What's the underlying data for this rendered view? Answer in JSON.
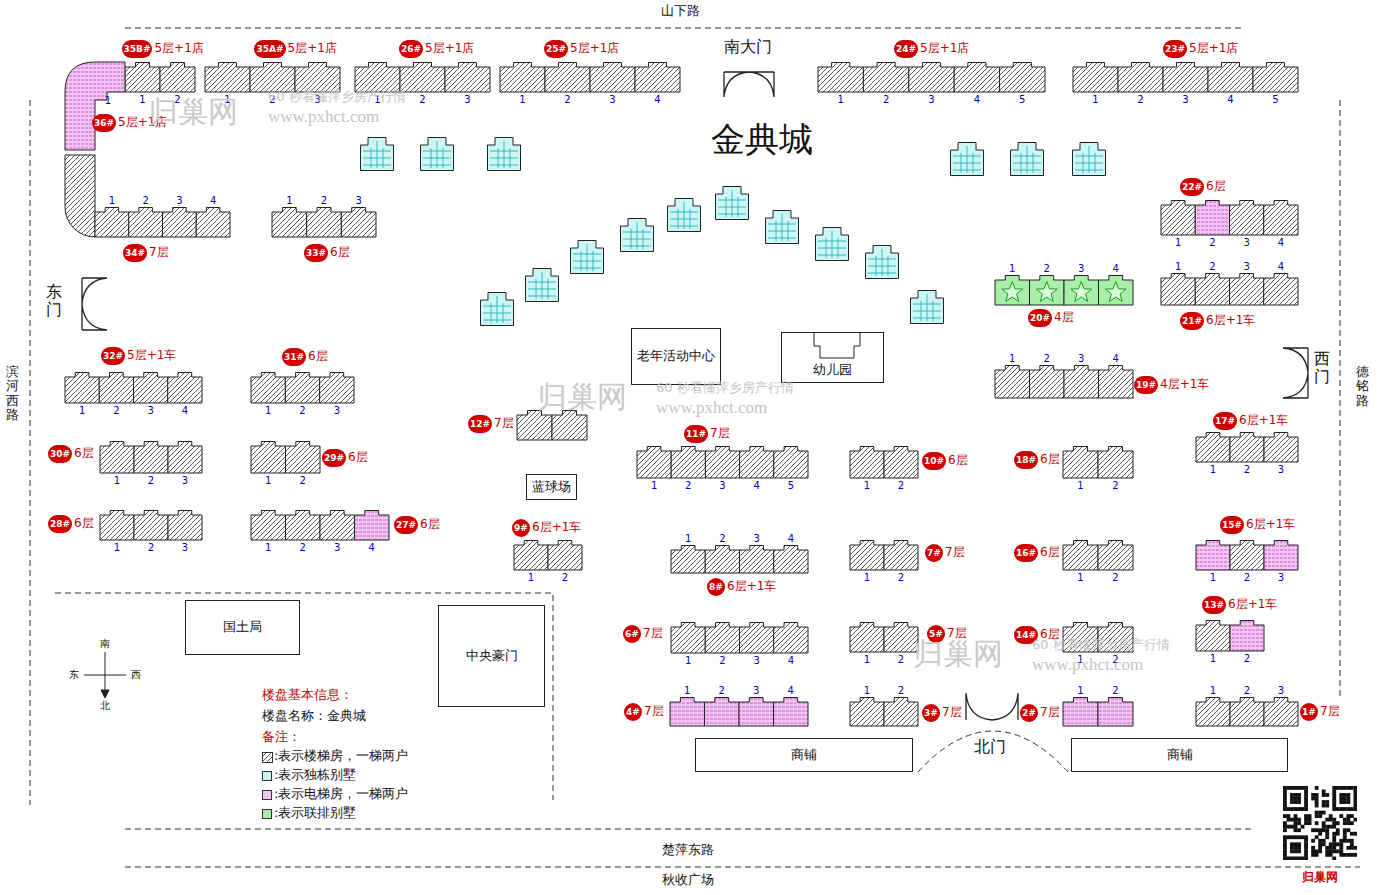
{
  "diagram": {
    "title": "金典城",
    "nodes": [
      {
        "text": [
          "35B#",
          "5层+1店",
          "1",
          "2"
        ]
      },
      {
        "text": [
          "35A#",
          "5层+1店",
          "1",
          "2",
          "3"
        ]
      },
      {
        "text": [
          "26#",
          "5层+1店",
          "1",
          "2",
          "3"
        ]
      },
      {
        "text": [
          "25#",
          "5层+1店",
          "1",
          "2",
          "3",
          "4"
        ]
      },
      {
        "text": [
          "24#",
          "5层+1店",
          "1",
          "2",
          "3",
          "4",
          "5"
        ]
      },
      {
        "text": [
          "23#",
          "5层+1店",
          "1",
          "2",
          "3",
          "4",
          "5"
        ]
      },
      {
        "text": [
          "36#",
          "5层+1店",
          "1"
        ]
      },
      {
        "text": [
          "34#",
          "7层",
          "1",
          "2",
          "3",
          "4"
        ]
      },
      {
        "text": [
          "33#",
          "6层",
          "1",
          "2",
          "3"
        ]
      },
      {
        "text": [
          "22#",
          "6层",
          "1",
          "2",
          "3",
          "4"
        ]
      },
      {
        "text": [
          "21#",
          "6层+1车",
          "1",
          "2",
          "3",
          "4"
        ]
      },
      {
        "text": [
          "20#",
          "4层",
          "1",
          "2",
          "3",
          "4"
        ]
      },
      {
        "text": [
          "老年活动中心"
        ]
      },
      {
        "text": [
          "幼儿园"
        ]
      },
      {
        "text": [
          "19#",
          "4层+1车",
          "1",
          "2",
          "3",
          "4"
        ]
      },
      {
        "text": [
          "32#",
          "5层+1车",
          "1",
          "2",
          "3",
          "4"
        ]
      },
      {
        "text": [
          "31#",
          "6层",
          "1",
          "2",
          "3"
        ]
      },
      {
        "text": [
          "12#",
          "7层"
        ]
      },
      {
        "text": [
          "11#",
          "7层",
          "1",
          "2",
          "3",
          "4",
          "5"
        ]
      },
      {
        "text": [
          "10#",
          "6层",
          "1",
          "2"
        ]
      },
      {
        "text": [
          "18#",
          "6层",
          "1",
          "2"
        ]
      },
      {
        "text": [
          "17#",
          "6层+1车",
          "1",
          "2",
          "3"
        ]
      },
      {
        "text": [
          "30#",
          "6层",
          "1",
          "2",
          "3"
        ]
      },
      {
        "text": [
          "29#",
          "6层",
          "1",
          "2"
        ]
      },
      {
        "text": [
          "蓝球场"
        ]
      },
      {
        "text": [
          "28#",
          "6层",
          "1",
          "2",
          "3"
        ]
      },
      {
        "text": [
          "27#",
          "6层",
          "1",
          "2",
          "3",
          "4"
        ]
      },
      {
        "text": [
          "9#",
          "6层+1车",
          "1",
          "2"
        ]
      },
      {
        "text": [
          "8#",
          "6层+1车",
          "1",
          "2",
          "3",
          "4"
        ]
      },
      {
        "text": [
          "7#",
          "7层",
          "1",
          "2"
        ]
      },
      {
        "text": [
          "16#",
          "6层",
          "1",
          "2"
        ]
      },
      {
        "text": [
          "15#",
          "6层+1车",
          "1",
          "2",
          "3"
        ]
      },
      {
        "text": [
          "6#",
          "7层",
          "1",
          "2",
          "3",
          "4"
        ]
      },
      {
        "text": [
          "5#",
          "7层",
          "1",
          "2"
        ]
      },
      {
        "text": [
          "14#",
          "6层",
          "1",
          "2"
        ]
      },
      {
        "text": [
          "13#",
          "6层+1车",
          "1",
          "2"
        ]
      },
      {
        "text": [
          "国土局"
        ]
      },
      {
        "text": [
          "中央豪门"
        ]
      },
      {
        "text": [
          "4#",
          "7层",
          "1",
          "2",
          "3",
          "4"
        ]
      },
      {
        "text": [
          "3#",
          "7层",
          "1",
          "2"
        ]
      },
      {
        "text": [
          "2#",
          "7层",
          "1",
          "2"
        ]
      },
      {
        "text": [
          "1#",
          "7层",
          "1",
          "2",
          "3"
        ]
      },
      {
        "text": [
          "商铺"
        ]
      },
      {
        "text": [
          "商铺"
        ]
      }
    ],
    "labels": [
      "山下路",
      "南大门",
      "东门",
      "西门",
      "滨河西路",
      "德铭路",
      "北门",
      "楚萍东路",
      "秋收广场",
      "南",
      "东",
      "西",
      "北",
      "楼盘基本信息：",
      "楼盘名称：金典城",
      "备注：",
      "归巢网",
      "60 秒看懂萍乡房产行情",
      "www.pxhct.com",
      "归巢网",
      "60 秒看懂萍乡房产行情",
      "www.pxhct.com",
      "归巢网",
      "60 秒看懂萍乡房产行情",
      "www.pxhct.com",
      "归巢网"
    ],
    "legend": [
      {
        "text": ":表示楼梯房，一梯两户"
      },
      {
        "text": ":表示独栋别墅",
        "color": "#ccf5f5"
      },
      {
        "text": ":表示电梯房，一梯两户",
        "color": "#f4c4f4"
      },
      {
        "text": ":表示联排别墅",
        "color": "#a8eea8"
      }
    ]
  }
}
